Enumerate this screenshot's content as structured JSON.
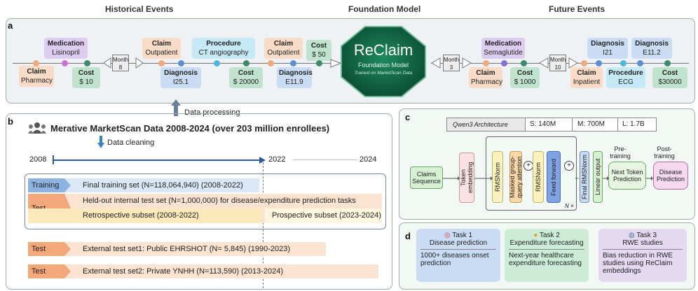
{
  "headers": {
    "historical": "Historical Events",
    "foundation": "Foundation Model",
    "future": "Future Events"
  },
  "panel_labels": {
    "a": "a",
    "b": "b",
    "c": "c",
    "d": "d"
  },
  "historical_events": [
    {
      "title": "Claim",
      "sub": "Pharmacy"
    },
    {
      "title": "Medication",
      "sub": "Lisinopril"
    },
    {
      "title": "Cost",
      "sub": "$ 10"
    },
    {
      "title": "Claim",
      "sub": "Outpatient"
    },
    {
      "title": "Diagnosis",
      "sub": "I25.1"
    },
    {
      "title": "Procedure",
      "sub": "CT angiography"
    },
    {
      "title": "Cost",
      "sub": "$ 20000"
    },
    {
      "title": "Claim",
      "sub": "Outpatient"
    },
    {
      "title": "Diagnosis",
      "sub": "E11.9"
    },
    {
      "title": "Cost",
      "sub": "$ 50"
    }
  ],
  "future_events": [
    {
      "title": "Medication",
      "sub": "Semaglutide"
    },
    {
      "title": "Claim",
      "sub": "Pharmacy"
    },
    {
      "title": "Cost",
      "sub": "$ 1000"
    },
    {
      "title": "Diagnosis",
      "sub": "I21"
    },
    {
      "title": "Diagnosis",
      "sub": "E11.2"
    },
    {
      "title": "Claim",
      "sub": "Inpatient"
    },
    {
      "title": "Procedure",
      "sub": "ECG"
    },
    {
      "title": "Cost",
      "sub": "$30000"
    }
  ],
  "gaps": [
    {
      "label": "Month",
      "value": "8"
    },
    {
      "label": "Month",
      "value": "3"
    },
    {
      "label": "Month",
      "value": "10"
    }
  ],
  "reclaim": {
    "name": "ReClaim",
    "subtitle": "Foundation Model",
    "note": "Trained on MarketScan Data"
  },
  "data_processing": "Data processing",
  "panel_b": {
    "title": "Merative MarketScan Data  2008-2024 (over 203 million enrollees)",
    "cleaning": "Data cleaning",
    "years": [
      "2008",
      "2022",
      "2024"
    ],
    "training_tag": "Training",
    "training_text": "Final training set (N=118,064,940) (2008-2022)",
    "test_tag": "Test",
    "heldout_text": "Held-out internal test set (N=1,000,000) for disease/expenditure prediction tasks",
    "retro_text": "Retrospective subset (2008-2022)",
    "prosp_text": "Prospective subset (2023-2024)",
    "ext1_tag": "Test",
    "ext1_text": "External test set1: Public EHRSHOT (N= 5,845) (1990-2023)",
    "ext2_tag": "Test",
    "ext2_text": "External test set2: Private YNHH (N=113,590) (2013-2024)"
  },
  "panel_c": {
    "arch_title": "Qwen3 Architecture",
    "sizes": [
      "S: 140M",
      "M: 700M",
      "L: 1.7B"
    ],
    "claims_seq": "Claims Sequence",
    "token_emb": "Token embedding",
    "rmsnorm1": "RMSNorm",
    "attn": "Masked group-query attention",
    "rmsnorm2": "RMSNorm",
    "ffn": "Feed forward",
    "nx": "N ×",
    "final_norm": "Final RMSNorm",
    "linear": "Linear output",
    "pretraining": "Pre-training",
    "posttraining": "Post-training",
    "next_token": "Next Token Prediction",
    "disease_pred": "Disease Prediction",
    "plus": "+"
  },
  "panel_d": {
    "tasks": [
      {
        "name": "Task 1",
        "title": "Disease prediction",
        "body": "1000+ diseases onset prediction"
      },
      {
        "name": "Task 2",
        "title": "Expenditure forecasting",
        "body": "Next-year healthcare expenditure forecasting"
      },
      {
        "name": "Task 3",
        "title": "RWE studies",
        "body": "Bias reduction in RWE studies using ReClaim embeddings"
      }
    ]
  },
  "colors": {
    "claim": "#f9dcc8",
    "medication": "#dccdf0",
    "cost": "#bfe3cd",
    "diagnosis": "#c9dcf3",
    "procedure": "#c6e9f6",
    "reclaim": "#0f5a3c",
    "panelbg": "#eef3f6",
    "train": "#c7dcf3",
    "test": "#fbe0cc",
    "tag_train": "#8db3e2",
    "tag_test": "#f2a878"
  }
}
